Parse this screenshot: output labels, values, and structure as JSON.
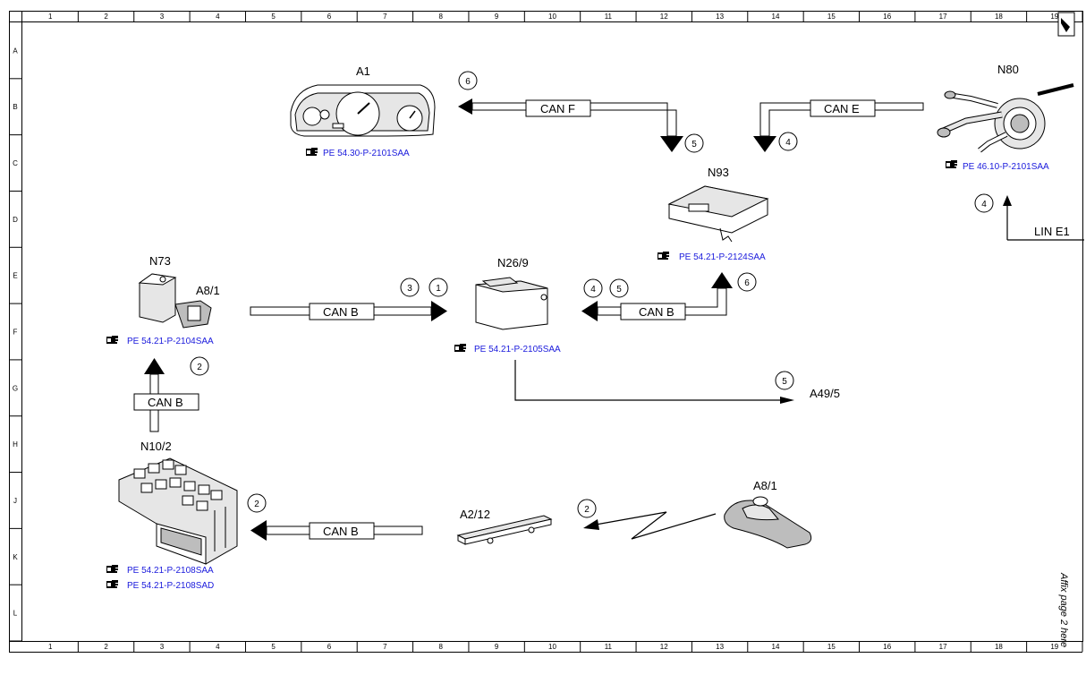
{
  "grid": {
    "columns": [
      "1",
      "2",
      "3",
      "4",
      "5",
      "6",
      "7",
      "8",
      "9",
      "10",
      "11",
      "12",
      "13",
      "14",
      "15",
      "16",
      "17",
      "18",
      "19"
    ],
    "rows": [
      "A",
      "B",
      "C",
      "D",
      "E",
      "F",
      "G",
      "H",
      "J",
      "K",
      "L"
    ]
  },
  "components": {
    "a1": {
      "label": "A1",
      "ref": "PE 54.30-P-2101SAA"
    },
    "n80": {
      "label": "N80",
      "ref": "PE 46.10-P-2101SAA"
    },
    "n93": {
      "label": "N93",
      "ref": "PE 54.21-P-2124SAA"
    },
    "n73": {
      "label": "N73",
      "sublabel": "A8/1",
      "ref": "PE 54.21-P-2104SAA"
    },
    "n26_9": {
      "label": "N26/9",
      "ref": "PE 54.21-P-2105SAA"
    },
    "n10_2": {
      "label": "N10/2",
      "refs": [
        "PE 54.21-P-2108SAA",
        "PE 54.21-P-2108SAD"
      ]
    },
    "a2_12": {
      "label": "A2/12"
    },
    "a8_1": {
      "label": "A8/1"
    },
    "a49_5": {
      "label": "A49/5"
    },
    "lin_e1": {
      "label": "LIN E1"
    }
  },
  "buses": {
    "can_f": "CAN F",
    "can_e": "CAN E",
    "can_b_n73": "CAN B",
    "can_b_n93": "CAN B",
    "can_b_vertical": "CAN B",
    "can_b_bottom": "CAN B"
  },
  "steps": {
    "s6_can_f": "6",
    "s5_n93": "5",
    "s4_n93": "4",
    "s4_lin": "4",
    "s3": "3",
    "s1": "1",
    "s4_n26": "4",
    "s5_n26": "5",
    "s6_n93_up": "6",
    "s2_vertical": "2",
    "s5_a49": "5",
    "s2_bottom": "2",
    "s2_radio": "2"
  },
  "affix_note": "Affix page 2 here",
  "ref_icon": "pointing-hand-icon",
  "colors": {
    "reference_link": "#1a1adc",
    "line": "#000000"
  }
}
